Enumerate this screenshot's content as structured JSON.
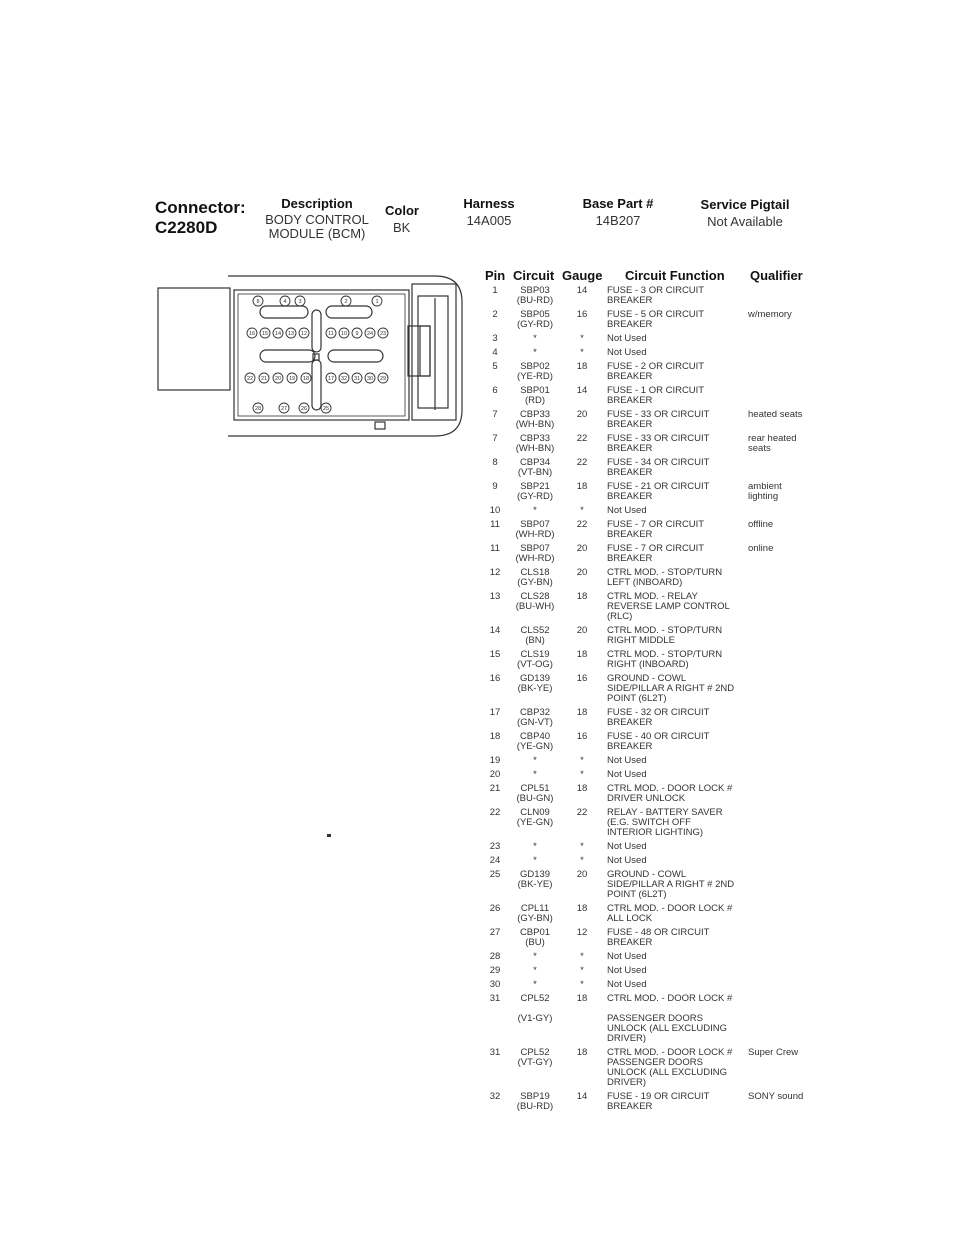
{
  "connector": {
    "label": "Connector:",
    "id": "C2280D",
    "description_label": "Description",
    "description": "BODY CONTROL\nMODULE (BCM)",
    "color_label": "Color",
    "color": "BK",
    "harness_label": "Harness",
    "harness": "14A005",
    "base_part_label": "Base Part #",
    "base_part": "14B207",
    "pigtail_label": "Service Pigtail",
    "pigtail": "Not Available"
  },
  "diagram": {
    "pin_labels": [
      "8",
      "4",
      "3",
      "2",
      "1",
      "16",
      "15",
      "14",
      "13",
      "12",
      "11",
      "10",
      "9",
      "24",
      "23",
      "22",
      "21",
      "20",
      "19",
      "18",
      "17",
      "32",
      "31",
      "30",
      "29",
      "28",
      "27",
      "26",
      "25"
    ]
  },
  "table": {
    "headers": {
      "pin": "Pin",
      "circuit": "Circuit",
      "gauge": "Gauge",
      "function": "Circuit Function",
      "qualifier": "Qualifier"
    },
    "rows": [
      {
        "pin": "1",
        "circuit": "SBP03\n(BU-RD)",
        "gauge": "14",
        "function": "FUSE - 3 OR CIRCUIT\nBREAKER",
        "qualifier": ""
      },
      {
        "pin": "2",
        "circuit": "SBP05\n(GY-RD)",
        "gauge": "16",
        "function": "FUSE - 5 OR CIRCUIT\nBREAKER",
        "qualifier": "w/memory"
      },
      {
        "pin": "3",
        "circuit": "*",
        "gauge": "*",
        "function": "Not Used",
        "qualifier": ""
      },
      {
        "pin": "4",
        "circuit": "*",
        "gauge": "*",
        "function": "Not Used",
        "qualifier": ""
      },
      {
        "pin": "5",
        "circuit": "SBP02\n(YE-RD)",
        "gauge": "18",
        "function": "FUSE - 2 OR CIRCUIT\nBREAKER",
        "qualifier": ""
      },
      {
        "pin": "6",
        "circuit": "SBP01\n(RD)",
        "gauge": "14",
        "function": "FUSE - 1 OR CIRCUIT\nBREAKER",
        "qualifier": ""
      },
      {
        "pin": "7",
        "circuit": "CBP33\n(WH-BN)",
        "gauge": "20",
        "function": "FUSE - 33 OR CIRCUIT\nBREAKER",
        "qualifier": "heated seats"
      },
      {
        "pin": "7",
        "circuit": "CBP33\n(WH-BN)",
        "gauge": "22",
        "function": "FUSE - 33 OR CIRCUIT\nBREAKER",
        "qualifier": "rear heated\nseats"
      },
      {
        "pin": "8",
        "circuit": "CBP34\n(VT-BN)",
        "gauge": "22",
        "function": "FUSE - 34 OR CIRCUIT\nBREAKER",
        "qualifier": ""
      },
      {
        "pin": "9",
        "circuit": "SBP21\n(GY-RD)",
        "gauge": "18",
        "function": "FUSE - 21 OR CIRCUIT\nBREAKER",
        "qualifier": "ambient\nlighting"
      },
      {
        "pin": "10",
        "circuit": "*",
        "gauge": "*",
        "function": "Not Used",
        "qualifier": ""
      },
      {
        "pin": "11",
        "circuit": "SBP07\n(WH-RD)",
        "gauge": "22",
        "function": "FUSE - 7 OR CIRCUIT\nBREAKER",
        "qualifier": "offline"
      },
      {
        "pin": "11",
        "circuit": "SBP07\n(WH-RD)",
        "gauge": "20",
        "function": "FUSE - 7 OR CIRCUIT\nBREAKER",
        "qualifier": "online"
      },
      {
        "pin": "12",
        "circuit": "CLS18\n(GY-BN)",
        "gauge": "20",
        "function": "CTRL MOD. - STOP/TURN\nLEFT (INBOARD)",
        "qualifier": ""
      },
      {
        "pin": "13",
        "circuit": "CLS28\n(BU-WH)",
        "gauge": "18",
        "function": "CTRL MOD. - RELAY\nREVERSE LAMP CONTROL\n(RLC)",
        "qualifier": ""
      },
      {
        "pin": "14",
        "circuit": "CLS52\n(BN)",
        "gauge": "20",
        "function": "CTRL MOD. - STOP/TURN\nRIGHT MIDDLE",
        "qualifier": ""
      },
      {
        "pin": "15",
        "circuit": "CLS19\n(VT-OG)",
        "gauge": "18",
        "function": "CTRL MOD. - STOP/TURN\nRIGHT (INBOARD)",
        "qualifier": ""
      },
      {
        "pin": "16",
        "circuit": "GD139\n(BK-YE)",
        "gauge": "16",
        "function": "GROUND - COWL\nSIDE/PILLAR A RIGHT # 2ND\nPOINT (6L2T)",
        "qualifier": ""
      },
      {
        "pin": "17",
        "circuit": "CBP32\n(GN-VT)",
        "gauge": "18",
        "function": "FUSE - 32 OR CIRCUIT\nBREAKER",
        "qualifier": ""
      },
      {
        "pin": "18",
        "circuit": "CBP40\n(YE-GN)",
        "gauge": "16",
        "function": "FUSE - 40 OR CIRCUIT\nBREAKER",
        "qualifier": ""
      },
      {
        "pin": "19",
        "circuit": "*",
        "gauge": "*",
        "function": "Not Used",
        "qualifier": ""
      },
      {
        "pin": "20",
        "circuit": "*",
        "gauge": "*",
        "function": "Not Used",
        "qualifier": ""
      },
      {
        "pin": "21",
        "circuit": "CPL51\n(BU-GN)",
        "gauge": "18",
        "function": "CTRL MOD. - DOOR LOCK #\nDRIVER UNLOCK",
        "qualifier": ""
      },
      {
        "pin": "22",
        "circuit": "CLN09\n(YE-GN)",
        "gauge": "22",
        "function": "RELAY - BATTERY SAVER\n(E.G. SWITCH OFF\nINTERIOR LIGHTING)",
        "qualifier": ""
      },
      {
        "pin": "23",
        "circuit": "*",
        "gauge": "*",
        "function": "Not Used",
        "qualifier": ""
      },
      {
        "pin": "24",
        "circuit": "*",
        "gauge": "*",
        "function": "Not Used",
        "qualifier": ""
      },
      {
        "pin": "25",
        "circuit": "GD139\n(BK-YE)",
        "gauge": "20",
        "function": "GROUND - COWL\nSIDE/PILLAR A RIGHT # 2ND\nPOINT (6L2T)",
        "qualifier": ""
      },
      {
        "pin": "26",
        "circuit": "CPL11\n(GY-BN)",
        "gauge": "18",
        "function": "CTRL MOD. - DOOR LOCK #\nALL LOCK",
        "qualifier": ""
      },
      {
        "pin": "27",
        "circuit": "CBP01\n(BU)",
        "gauge": "12",
        "function": "FUSE - 48 OR CIRCUIT\nBREAKER",
        "qualifier": ""
      },
      {
        "pin": "28",
        "circuit": "*",
        "gauge": "*",
        "function": "Not Used",
        "qualifier": ""
      },
      {
        "pin": "29",
        "circuit": "*",
        "gauge": "*",
        "function": "Not Used",
        "qualifier": ""
      },
      {
        "pin": "30",
        "circuit": "*",
        "gauge": "*",
        "function": "Not Used",
        "qualifier": ""
      },
      {
        "pin": "31",
        "circuit": "CPL52\n\n(V1-GY)",
        "gauge": "18",
        "function": "CTRL MOD. - DOOR LOCK #\n\nPASSENGER DOORS\nUNLOCK (ALL EXCLUDING\nDRIVER)",
        "qualifier": ""
      },
      {
        "pin": "31",
        "circuit": "CPL52\n(VT-GY)",
        "gauge": "18",
        "function": "CTRL MOD. - DOOR LOCK #\nPASSENGER DOORS\nUNLOCK (ALL EXCLUDING\nDRIVER)",
        "qualifier": "Super Crew"
      },
      {
        "pin": "32",
        "circuit": "SBP19\n(BU-RD)",
        "gauge": "14",
        "function": "FUSE - 19 OR CIRCUIT\nBREAKER",
        "qualifier": "SONY sound"
      }
    ]
  }
}
